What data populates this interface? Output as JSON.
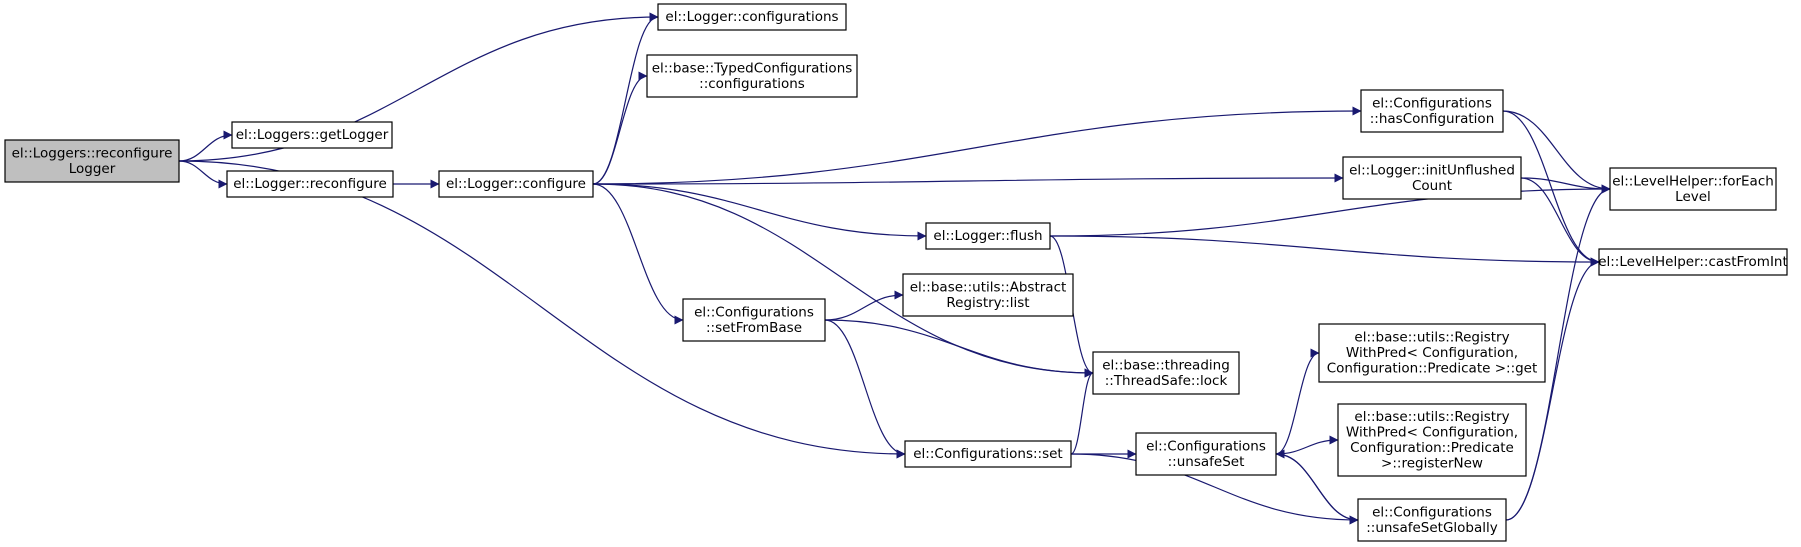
{
  "graph": {
    "colors": {
      "edge": "#191970",
      "root_fill": "#bfbfbf",
      "node_fill": "#ffffff",
      "node_border": "#000000"
    },
    "nodes": [
      {
        "id": "reconfigureLogger",
        "lines": [
          "el::Loggers::reconfigure",
          "Logger"
        ],
        "root": true
      },
      {
        "id": "getLogger",
        "lines": [
          "el::Loggers::getLogger"
        ]
      },
      {
        "id": "loggerReconfigure",
        "lines": [
          "el::Logger::reconfigure"
        ]
      },
      {
        "id": "loggerConfigure",
        "lines": [
          "el::Logger::configure"
        ]
      },
      {
        "id": "loggerConfigurations",
        "lines": [
          "el::Logger::configurations"
        ]
      },
      {
        "id": "typedConfigurations",
        "lines": [
          "el::base::TypedConfigurations",
          "::configurations"
        ]
      },
      {
        "id": "hasConfiguration",
        "lines": [
          "el::Configurations",
          "::hasConfiguration"
        ]
      },
      {
        "id": "initUnflushedCount",
        "lines": [
          "el::Logger::initUnflushed",
          "Count"
        ]
      },
      {
        "id": "loggerFlush",
        "lines": [
          "el::Logger::flush"
        ]
      },
      {
        "id": "setFromBase",
        "lines": [
          "el::Configurations",
          "::setFromBase"
        ]
      },
      {
        "id": "abstractRegistryList",
        "lines": [
          "el::base::utils::Abstract",
          "Registry::list"
        ]
      },
      {
        "id": "threadSafeLock",
        "lines": [
          "el::base::threading",
          "::ThreadSafe::lock"
        ]
      },
      {
        "id": "configurationsSet",
        "lines": [
          "el::Configurations::set"
        ]
      },
      {
        "id": "unsafeSet",
        "lines": [
          "el::Configurations",
          "::unsafeSet"
        ]
      },
      {
        "id": "unsafeSetGlobally",
        "lines": [
          "el::Configurations",
          "::unsafeSetGlobally"
        ]
      },
      {
        "id": "registryGet",
        "lines": [
          "el::base::utils::Registry",
          "WithPred< Configuration,",
          "Configuration::Predicate >::get"
        ]
      },
      {
        "id": "registryRegisterNew",
        "lines": [
          "el::base::utils::Registry",
          "WithPred< Configuration,",
          "Configuration::Predicate",
          ">::registerNew"
        ]
      },
      {
        "id": "forEachLevel",
        "lines": [
          "el::LevelHelper::forEach",
          "Level"
        ]
      },
      {
        "id": "castFromInt",
        "lines": [
          "el::LevelHelper::castFromInt"
        ]
      }
    ],
    "edges": [
      [
        "reconfigureLogger",
        "loggerConfigurations"
      ],
      [
        "reconfigureLogger",
        "getLogger"
      ],
      [
        "reconfigureLogger",
        "loggerReconfigure"
      ],
      [
        "reconfigureLogger",
        "configurationsSet"
      ],
      [
        "loggerReconfigure",
        "loggerConfigure"
      ],
      [
        "loggerConfigure",
        "loggerConfigurations"
      ],
      [
        "loggerConfigure",
        "typedConfigurations"
      ],
      [
        "loggerConfigure",
        "hasConfiguration"
      ],
      [
        "loggerConfigure",
        "initUnflushedCount"
      ],
      [
        "loggerConfigure",
        "loggerFlush"
      ],
      [
        "loggerConfigure",
        "setFromBase"
      ],
      [
        "loggerConfigure",
        "threadSafeLock"
      ],
      [
        "hasConfiguration",
        "forEachLevel"
      ],
      [
        "hasConfiguration",
        "castFromInt"
      ],
      [
        "initUnflushedCount",
        "forEachLevel"
      ],
      [
        "initUnflushedCount",
        "castFromInt"
      ],
      [
        "loggerFlush",
        "forEachLevel"
      ],
      [
        "loggerFlush",
        "castFromInt"
      ],
      [
        "loggerFlush",
        "threadSafeLock"
      ],
      [
        "setFromBase",
        "abstractRegistryList"
      ],
      [
        "setFromBase",
        "threadSafeLock"
      ],
      [
        "setFromBase",
        "configurationsSet"
      ],
      [
        "configurationsSet",
        "threadSafeLock"
      ],
      [
        "configurationsSet",
        "unsafeSet"
      ],
      [
        "configurationsSet",
        "unsafeSetGlobally"
      ],
      [
        "unsafeSet",
        "registryGet"
      ],
      [
        "unsafeSet",
        "registryRegisterNew"
      ],
      [
        "unsafeSet",
        "unsafeSetGlobally"
      ],
      [
        "unsafeSetGlobally",
        "unsafeSet"
      ],
      [
        "unsafeSetGlobally",
        "forEachLevel"
      ],
      [
        "unsafeSetGlobally",
        "castFromInt"
      ]
    ]
  }
}
